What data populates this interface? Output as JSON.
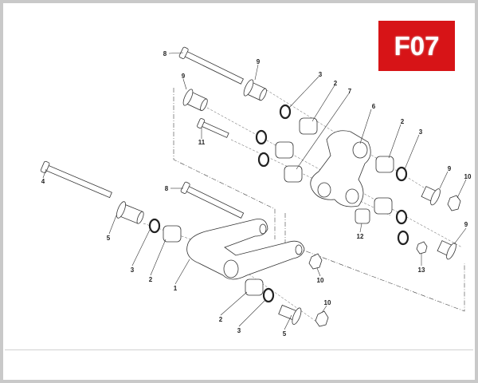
{
  "badge": {
    "label": "F07",
    "color": "#d71417"
  },
  "callouts": [
    "8",
    "9",
    "9",
    "3",
    "2",
    "7",
    "6",
    "11",
    "2",
    "3",
    "9",
    "10",
    "4",
    "8",
    "5",
    "3",
    "2",
    "1",
    "12",
    "13",
    "9",
    "10",
    "10",
    "2",
    "3",
    "5"
  ]
}
